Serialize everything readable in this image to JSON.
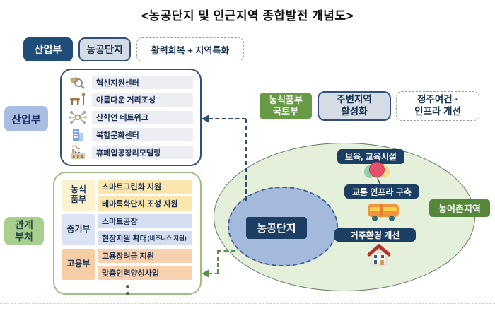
{
  "title": "<농공단지 및 인근지역 종합발전 개념도>",
  "top_flow": {
    "ministry_badge": "산업부",
    "node": "농공단지",
    "goal": "활력회복 + 지역특화"
  },
  "industry": {
    "badge": "산업부",
    "items": [
      {
        "icon": "innovation-magnifier-icon",
        "label": "혁신지원센터"
      },
      {
        "icon": "street-scene-icon",
        "label": "아름다운 거리조성"
      },
      {
        "icon": "network-nodes-icon",
        "label": "산학연 네트워크"
      },
      {
        "icon": "culture-building-icon",
        "label": "복합문화센터"
      },
      {
        "icon": "factory-icon",
        "label": "휴폐업공장리모델링"
      }
    ]
  },
  "related": {
    "badge_line1": "관계",
    "badge_line2": "부처",
    "groups": [
      {
        "ministry_line1": "농식",
        "ministry_line2": "품부",
        "item1": "스마트그린화 지원",
        "item2": "테마특화단지 조성 지원"
      },
      {
        "ministry_line1": "중기부",
        "ministry_line2": "",
        "item1": "스마트공장",
        "item2": "현장지원 확대",
        "item2_note": "(비즈니스 지원)"
      },
      {
        "ministry_line1": "고용부",
        "ministry_line2": "",
        "item1": "고용장려금 지원",
        "item2": "맞춤인력양성사업"
      }
    ]
  },
  "right_flow": {
    "badge_line1": "농식품부",
    "badge_line2": "국토부",
    "node_line1": "주변지역",
    "node_line2": "활성화",
    "goal_line1": "정주여건 ·",
    "goal_line2": "인프라 개선"
  },
  "region": {
    "complex": "농공단지",
    "badge": "농어촌지역",
    "features": [
      {
        "icon": "balloons-icon",
        "label": "보육, 교육시설"
      },
      {
        "icon": "bus-icon",
        "label": "교통 인프라 구축"
      },
      {
        "icon": "house-icon",
        "label": "거주환경 개선"
      }
    ]
  },
  "colors": {
    "navy_badge": "#1f4e79",
    "navy_feature_box": "#1c3e63",
    "green_ministry_badge": "#669a44",
    "green_region_badge": "#55883b",
    "region_fill_green": "#e4f0da",
    "complex_fill_blue": "#a3badd",
    "industry_badge_periwinkle": "#a9bce4",
    "related_badge_green": "#a7cf8e",
    "group_yellow": "#fbe6ae",
    "group_blue": "#d5deef",
    "group_orange": "#f8d2ae"
  }
}
